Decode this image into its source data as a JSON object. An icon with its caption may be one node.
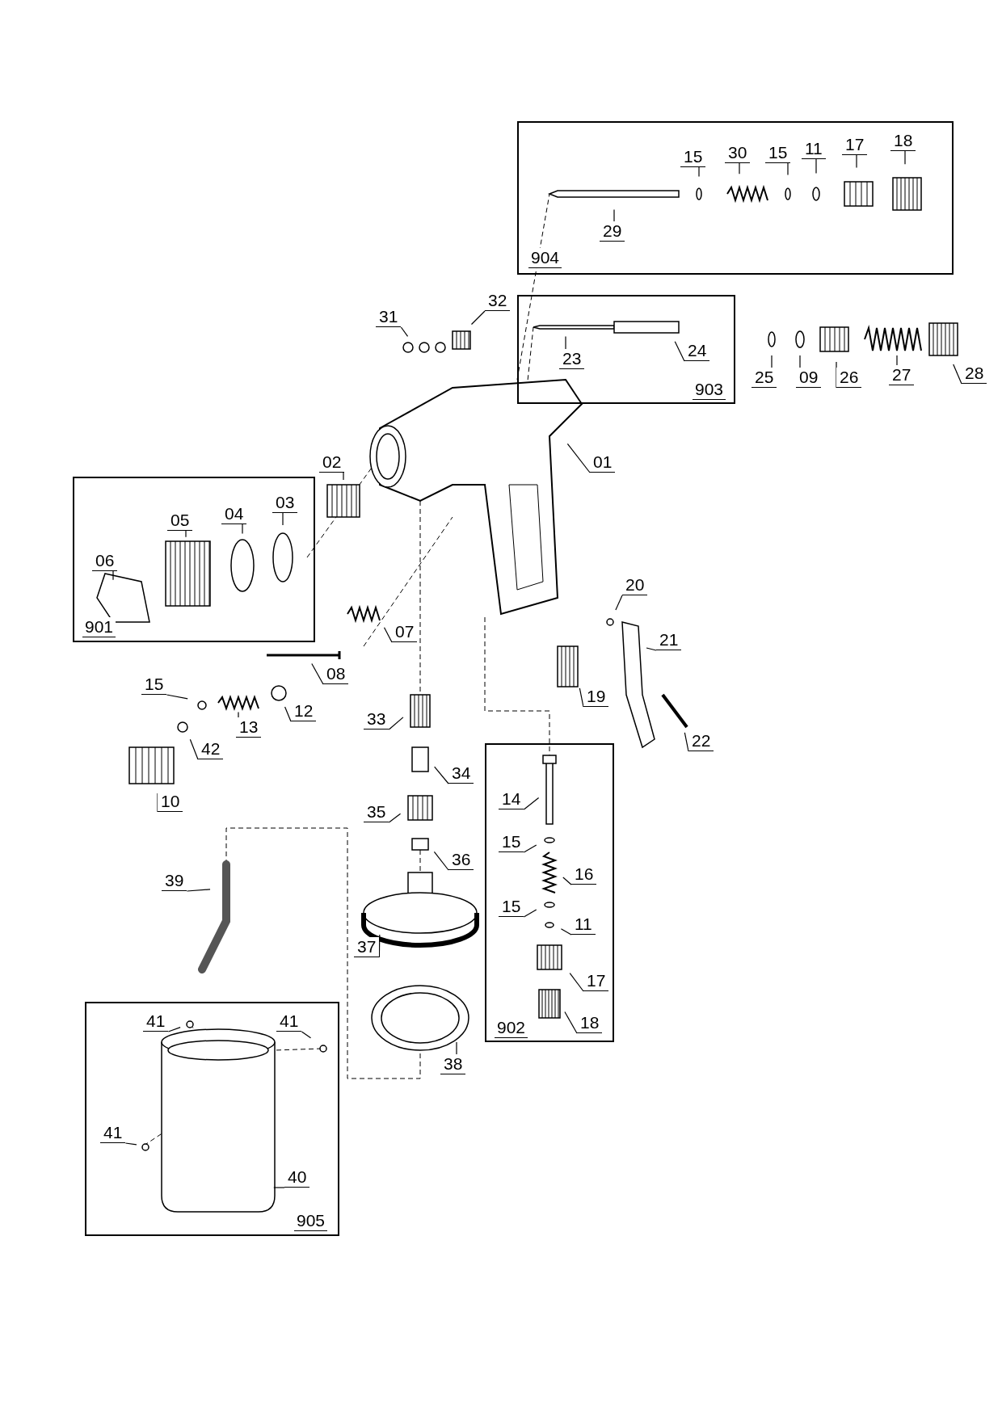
{
  "diagram": {
    "nodes": [
      {
        "text": [
          "904"
        ]
      },
      {
        "text": [
          "18"
        ],
        "in": 0
      },
      {
        "text": [
          "17"
        ],
        "in": 0
      },
      {
        "text": [
          "11"
        ],
        "in": 0
      },
      {
        "text": [
          "15"
        ],
        "in": 0
      },
      {
        "text": [
          "30"
        ],
        "in": 0
      },
      {
        "text": [
          "15"
        ],
        "in": 0
      },
      {
        "text": [
          "29"
        ],
        "in": 0
      },
      {
        "text": [
          "32"
        ]
      },
      {
        "text": [
          "31"
        ]
      },
      {
        "text": [
          "28"
        ]
      },
      {
        "text": [
          "27"
        ]
      },
      {
        "text": [
          "26"
        ]
      },
      {
        "text": [
          "09"
        ]
      },
      {
        "text": [
          "25"
        ]
      },
      {
        "text": [
          "903"
        ]
      },
      {
        "text": [
          "24"
        ],
        "in": 15
      },
      {
        "text": [
          "23"
        ],
        "in": 15
      },
      {
        "text": [
          "01"
        ]
      },
      {
        "text": [
          "02"
        ]
      },
      {
        "text": [
          "901"
        ]
      },
      {
        "text": [
          "03"
        ],
        "in": 20
      },
      {
        "text": [
          "04"
        ],
        "in": 20
      },
      {
        "text": [
          "05"
        ],
        "in": 20
      },
      {
        "text": [
          "06"
        ],
        "in": 20
      },
      {
        "text": [
          "20"
        ]
      },
      {
        "text": [
          "07"
        ]
      },
      {
        "text": [
          "21"
        ]
      },
      {
        "text": [
          "08"
        ]
      },
      {
        "text": [
          "15"
        ]
      },
      {
        "text": [
          "12"
        ]
      },
      {
        "text": [
          "13"
        ]
      },
      {
        "text": [
          "33"
        ]
      },
      {
        "text": [
          "19"
        ]
      },
      {
        "text": [
          "22"
        ]
      },
      {
        "text": [
          "42"
        ]
      },
      {
        "text": [
          "34"
        ]
      },
      {
        "text": [
          "10"
        ]
      },
      {
        "text": [
          "35"
        ]
      },
      {
        "text": [
          "902"
        ]
      },
      {
        "text": [
          "14"
        ],
        "in": 39
      },
      {
        "text": [
          "36"
        ]
      },
      {
        "text": [
          "15"
        ],
        "in": 39
      },
      {
        "text": [
          "16"
        ],
        "in": 39
      },
      {
        "text": [
          "15"
        ],
        "in": 39
      },
      {
        "text": [
          "11"
        ],
        "in": 39
      },
      {
        "text": [
          "17"
        ],
        "in": 39
      },
      {
        "text": [
          "18"
        ],
        "in": 39
      },
      {
        "text": [
          "39"
        ]
      },
      {
        "text": [
          "37"
        ]
      },
      {
        "text": [
          "905"
        ]
      },
      {
        "text": [
          "41"
        ],
        "in": 50
      },
      {
        "text": [
          "41"
        ],
        "in": 50
      },
      {
        "text": [
          "38"
        ]
      },
      {
        "text": [
          "41"
        ],
        "in": 50
      },
      {
        "text": [
          "40"
        ],
        "in": 50
      }
    ],
    "edges": [
      {
        "from": 1,
        "to": null,
        "arrow": "none"
      },
      {
        "from": 2,
        "to": null,
        "arrow": "none"
      },
      {
        "from": 3,
        "to": null,
        "arrow": "none"
      },
      {
        "from": 4,
        "to": null,
        "arrow": "none"
      },
      {
        "from": 5,
        "to": null,
        "arrow": "none"
      },
      {
        "from": 6,
        "to": null,
        "arrow": "none"
      },
      {
        "from": 7,
        "to": null,
        "arrow": "none"
      },
      {
        "from": 8,
        "to": null,
        "arrow": "none"
      },
      {
        "from": 9,
        "to": null,
        "arrow": "none"
      },
      {
        "from": 10,
        "to": null,
        "arrow": "none"
      },
      {
        "from": 11,
        "to": null,
        "arrow": "none"
      },
      {
        "from": 12,
        "to": null,
        "arrow": "none"
      },
      {
        "from": 13,
        "to": null,
        "arrow": "none"
      },
      {
        "from": 14,
        "to": null,
        "arrow": "none"
      },
      {
        "from": 16,
        "to": null,
        "arrow": "none"
      },
      {
        "from": 17,
        "to": null,
        "arrow": "none"
      },
      {
        "from": 18,
        "to": null,
        "arrow": "none"
      },
      {
        "from": 19,
        "to": null,
        "arrow": "none"
      },
      {
        "from": 21,
        "to": null,
        "arrow": "none"
      },
      {
        "from": 22,
        "to": null,
        "arrow": "none"
      },
      {
        "from": 23,
        "to": null,
        "arrow": "none"
      },
      {
        "from": 24,
        "to": null,
        "arrow": "none"
      },
      {
        "from": 25,
        "to": null,
        "arrow": "none"
      },
      {
        "from": 26,
        "to": null,
        "arrow": "none"
      },
      {
        "from": 27,
        "to": null,
        "arrow": "none"
      },
      {
        "from": 28,
        "to": null,
        "arrow": "none"
      },
      {
        "from": 29,
        "to": null,
        "arrow": "none"
      },
      {
        "from": 30,
        "to": null,
        "arrow": "none"
      },
      {
        "from": 31,
        "to": null,
        "arrow": "none"
      },
      {
        "from": 32,
        "to": null,
        "arrow": "none"
      },
      {
        "from": 33,
        "to": null,
        "arrow": "none"
      },
      {
        "from": 34,
        "to": null,
        "arrow": "none"
      },
      {
        "from": 35,
        "to": null,
        "arrow": "none"
      },
      {
        "from": 36,
        "to": null,
        "arrow": "none"
      },
      {
        "from": 37,
        "to": null,
        "arrow": "none"
      },
      {
        "from": 38,
        "to": null,
        "arrow": "none"
      },
      {
        "from": 40,
        "to": null,
        "arrow": "none"
      },
      {
        "from": 41,
        "to": null,
        "arrow": "none"
      },
      {
        "from": 42,
        "to": null,
        "arrow": "none"
      },
      {
        "from": 43,
        "to": null,
        "arrow": "none"
      },
      {
        "from": 44,
        "to": null,
        "arrow": "none"
      },
      {
        "from": 45,
        "to": null,
        "arrow": "none"
      },
      {
        "from": 46,
        "to": null,
        "arrow": "none"
      },
      {
        "from": 47,
        "to": null,
        "arrow": "none"
      },
      {
        "from": 48,
        "to": null,
        "arrow": "none"
      },
      {
        "from": 49,
        "to": null,
        "arrow": "none"
      },
      {
        "from": 51,
        "to": null,
        "arrow": "none"
      },
      {
        "from": 52,
        "to": null,
        "arrow": "none"
      },
      {
        "from": 53,
        "to": null,
        "arrow": "none"
      },
      {
        "from": 54,
        "to": null,
        "arrow": "none"
      },
      {
        "from": 55,
        "to": null,
        "arrow": "none"
      }
    ]
  }
}
